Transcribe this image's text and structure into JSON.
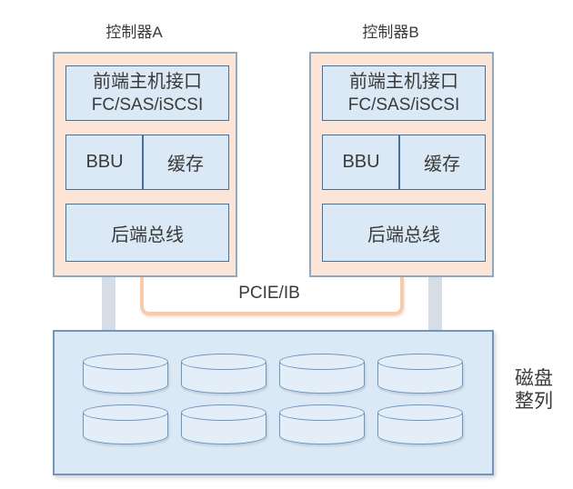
{
  "controllers": [
    {
      "title": "控制器A",
      "front_line1": "前端主机接口",
      "front_line2": "FC/SAS/iSCSI",
      "bbu": "BBU",
      "cache": "缓存",
      "backend": "后端总线"
    },
    {
      "title": "控制器B",
      "front_line1": "前端主机接口",
      "front_line2": "FC/SAS/iSCSI",
      "bbu": "BBU",
      "cache": "缓存",
      "backend": "后端总线"
    }
  ],
  "interconnect": {
    "label": "PCIE/IB"
  },
  "disk_array": {
    "label_line1": "磁盘",
    "label_line2": "整列",
    "disk_count": 8,
    "disks_per_row": 4
  },
  "colors": {
    "controller_fill": "#fce4d6",
    "controller_border": "#8ea9c4",
    "module_fill": "#dae9f5",
    "module_border": "#41719c",
    "connector_gray": "#d6dde6",
    "connector_orange": "#f8cbad",
    "disk_box_fill": "#dbe8f5",
    "disk_box_border": "#7195bb",
    "cylinder_fill": "#e4eef9",
    "cylinder_stroke": "#6d96bf",
    "text": "#3a3a3a"
  }
}
